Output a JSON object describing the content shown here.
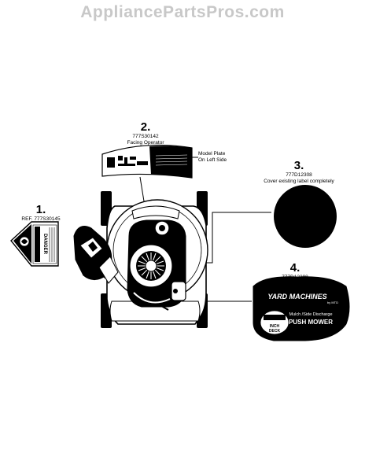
{
  "watermark": "AppliancePartsPros.com",
  "callouts": {
    "c1": {
      "number": "1.",
      "ref": "REF. 777S30145"
    },
    "c2": {
      "number": "2.",
      "part": "777S30142",
      "note": "Facing Operator"
    },
    "c3": {
      "number": "3.",
      "part": "777D12308",
      "note": "Cover existing label completely"
    },
    "c4": {
      "number": "4.",
      "part": "777D12298"
    }
  },
  "model_plate": {
    "line1": "Model Plate",
    "line2": "On Left Side"
  },
  "danger_label": {
    "word": "DANGER"
  },
  "decal": {
    "brand": "YARD MACHINES",
    "by": "by MTD",
    "product": "Mulch /Side Discharge",
    "type": "PUSH MOWER",
    "size_line1": "INCH",
    "size_line2": "DECK"
  },
  "colors": {
    "ink": "#000000",
    "paper": "#ffffff",
    "watermark": "#c8c8c8"
  }
}
